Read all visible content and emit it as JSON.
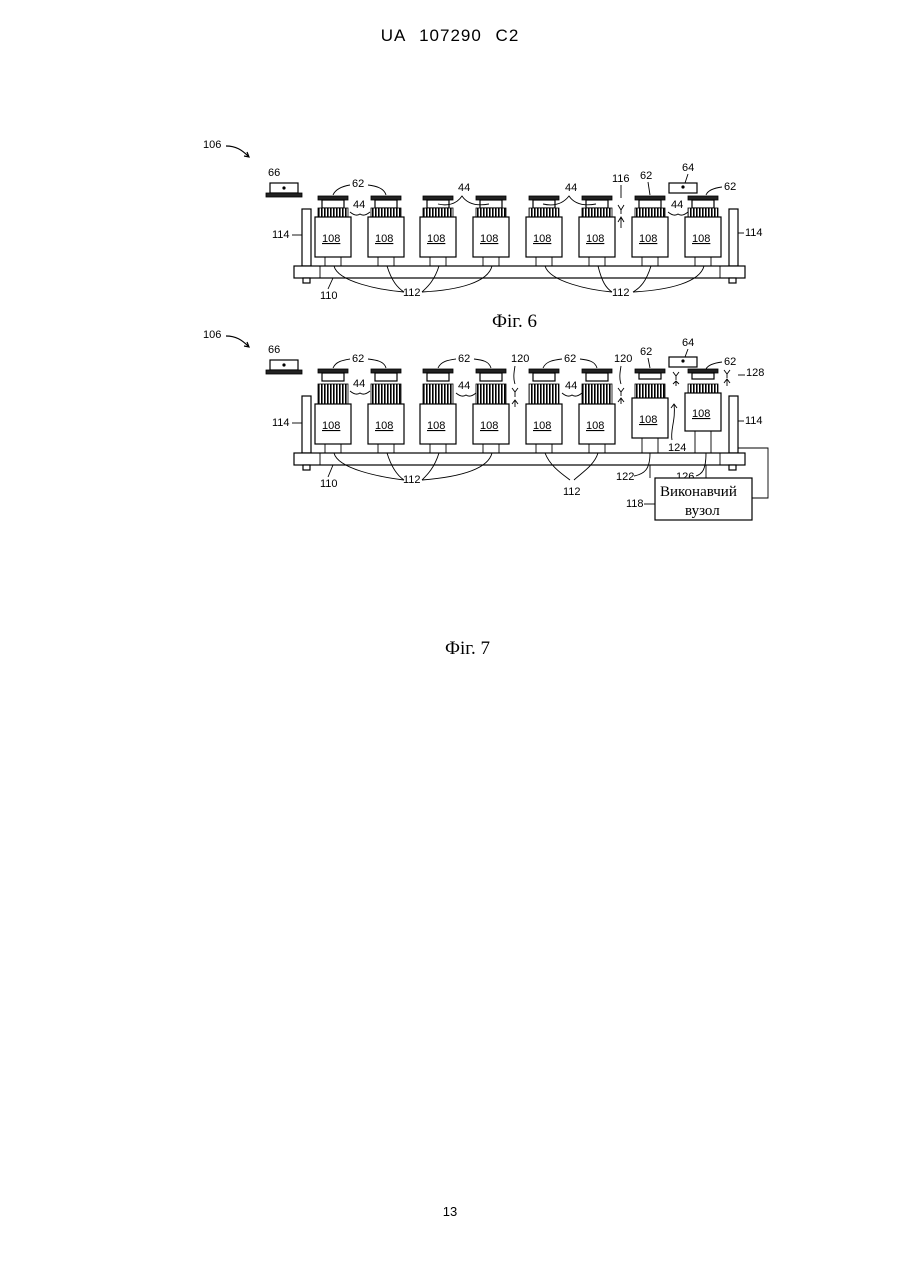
{
  "header": {
    "text": "UA   107290   C2"
  },
  "page_number": "13",
  "figure6": {
    "caption": "Фіг. 6",
    "labels": {
      "assembly": "106",
      "tool": "66",
      "gripper": "64",
      "tooling": "62",
      "gap": "44",
      "spacing": "116",
      "unit": "108",
      "rail": "114",
      "base": "110",
      "connector": "112"
    }
  },
  "figure7": {
    "caption": "Фіг. 7",
    "labels": {
      "assembly": "106",
      "tool": "66",
      "gripper": "64",
      "tooling": "62",
      "gap": "44",
      "offset": "120",
      "offset_right": "128",
      "unit": "108",
      "rail": "114",
      "base": "110",
      "connector": "112",
      "link_a": "122",
      "link_b": "124",
      "link_c": "126",
      "actuator_ref": "118"
    },
    "actuator_line1": "Виконавчий",
    "actuator_line2": "вузол"
  }
}
